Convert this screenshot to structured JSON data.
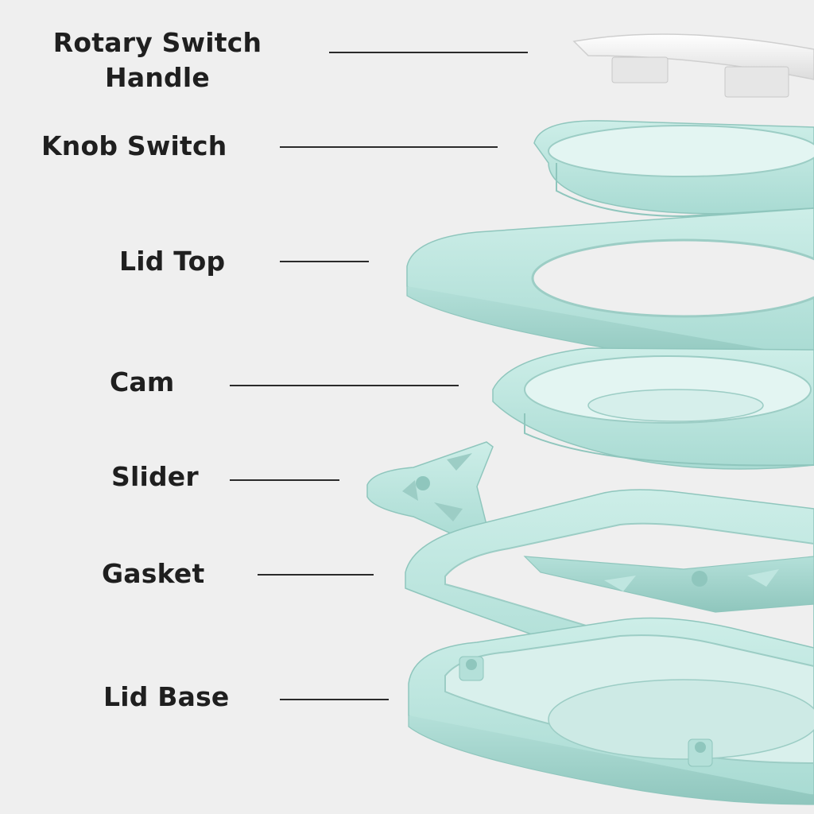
{
  "diagram": {
    "type": "exploded-view",
    "part_color": "#bfe6e0",
    "part_shadow": "#9ccdc5",
    "handle_color": "#f4f4f4",
    "background": "#efefef",
    "labels": {
      "rotary_switch_handle": "Rotary Switch\nHandle",
      "knob_switch": "Knob Switch",
      "lid_top": "Lid Top",
      "cam": "Cam",
      "slider": "Slider",
      "gasket": "Gasket",
      "lid_base": "Lid Base"
    }
  }
}
